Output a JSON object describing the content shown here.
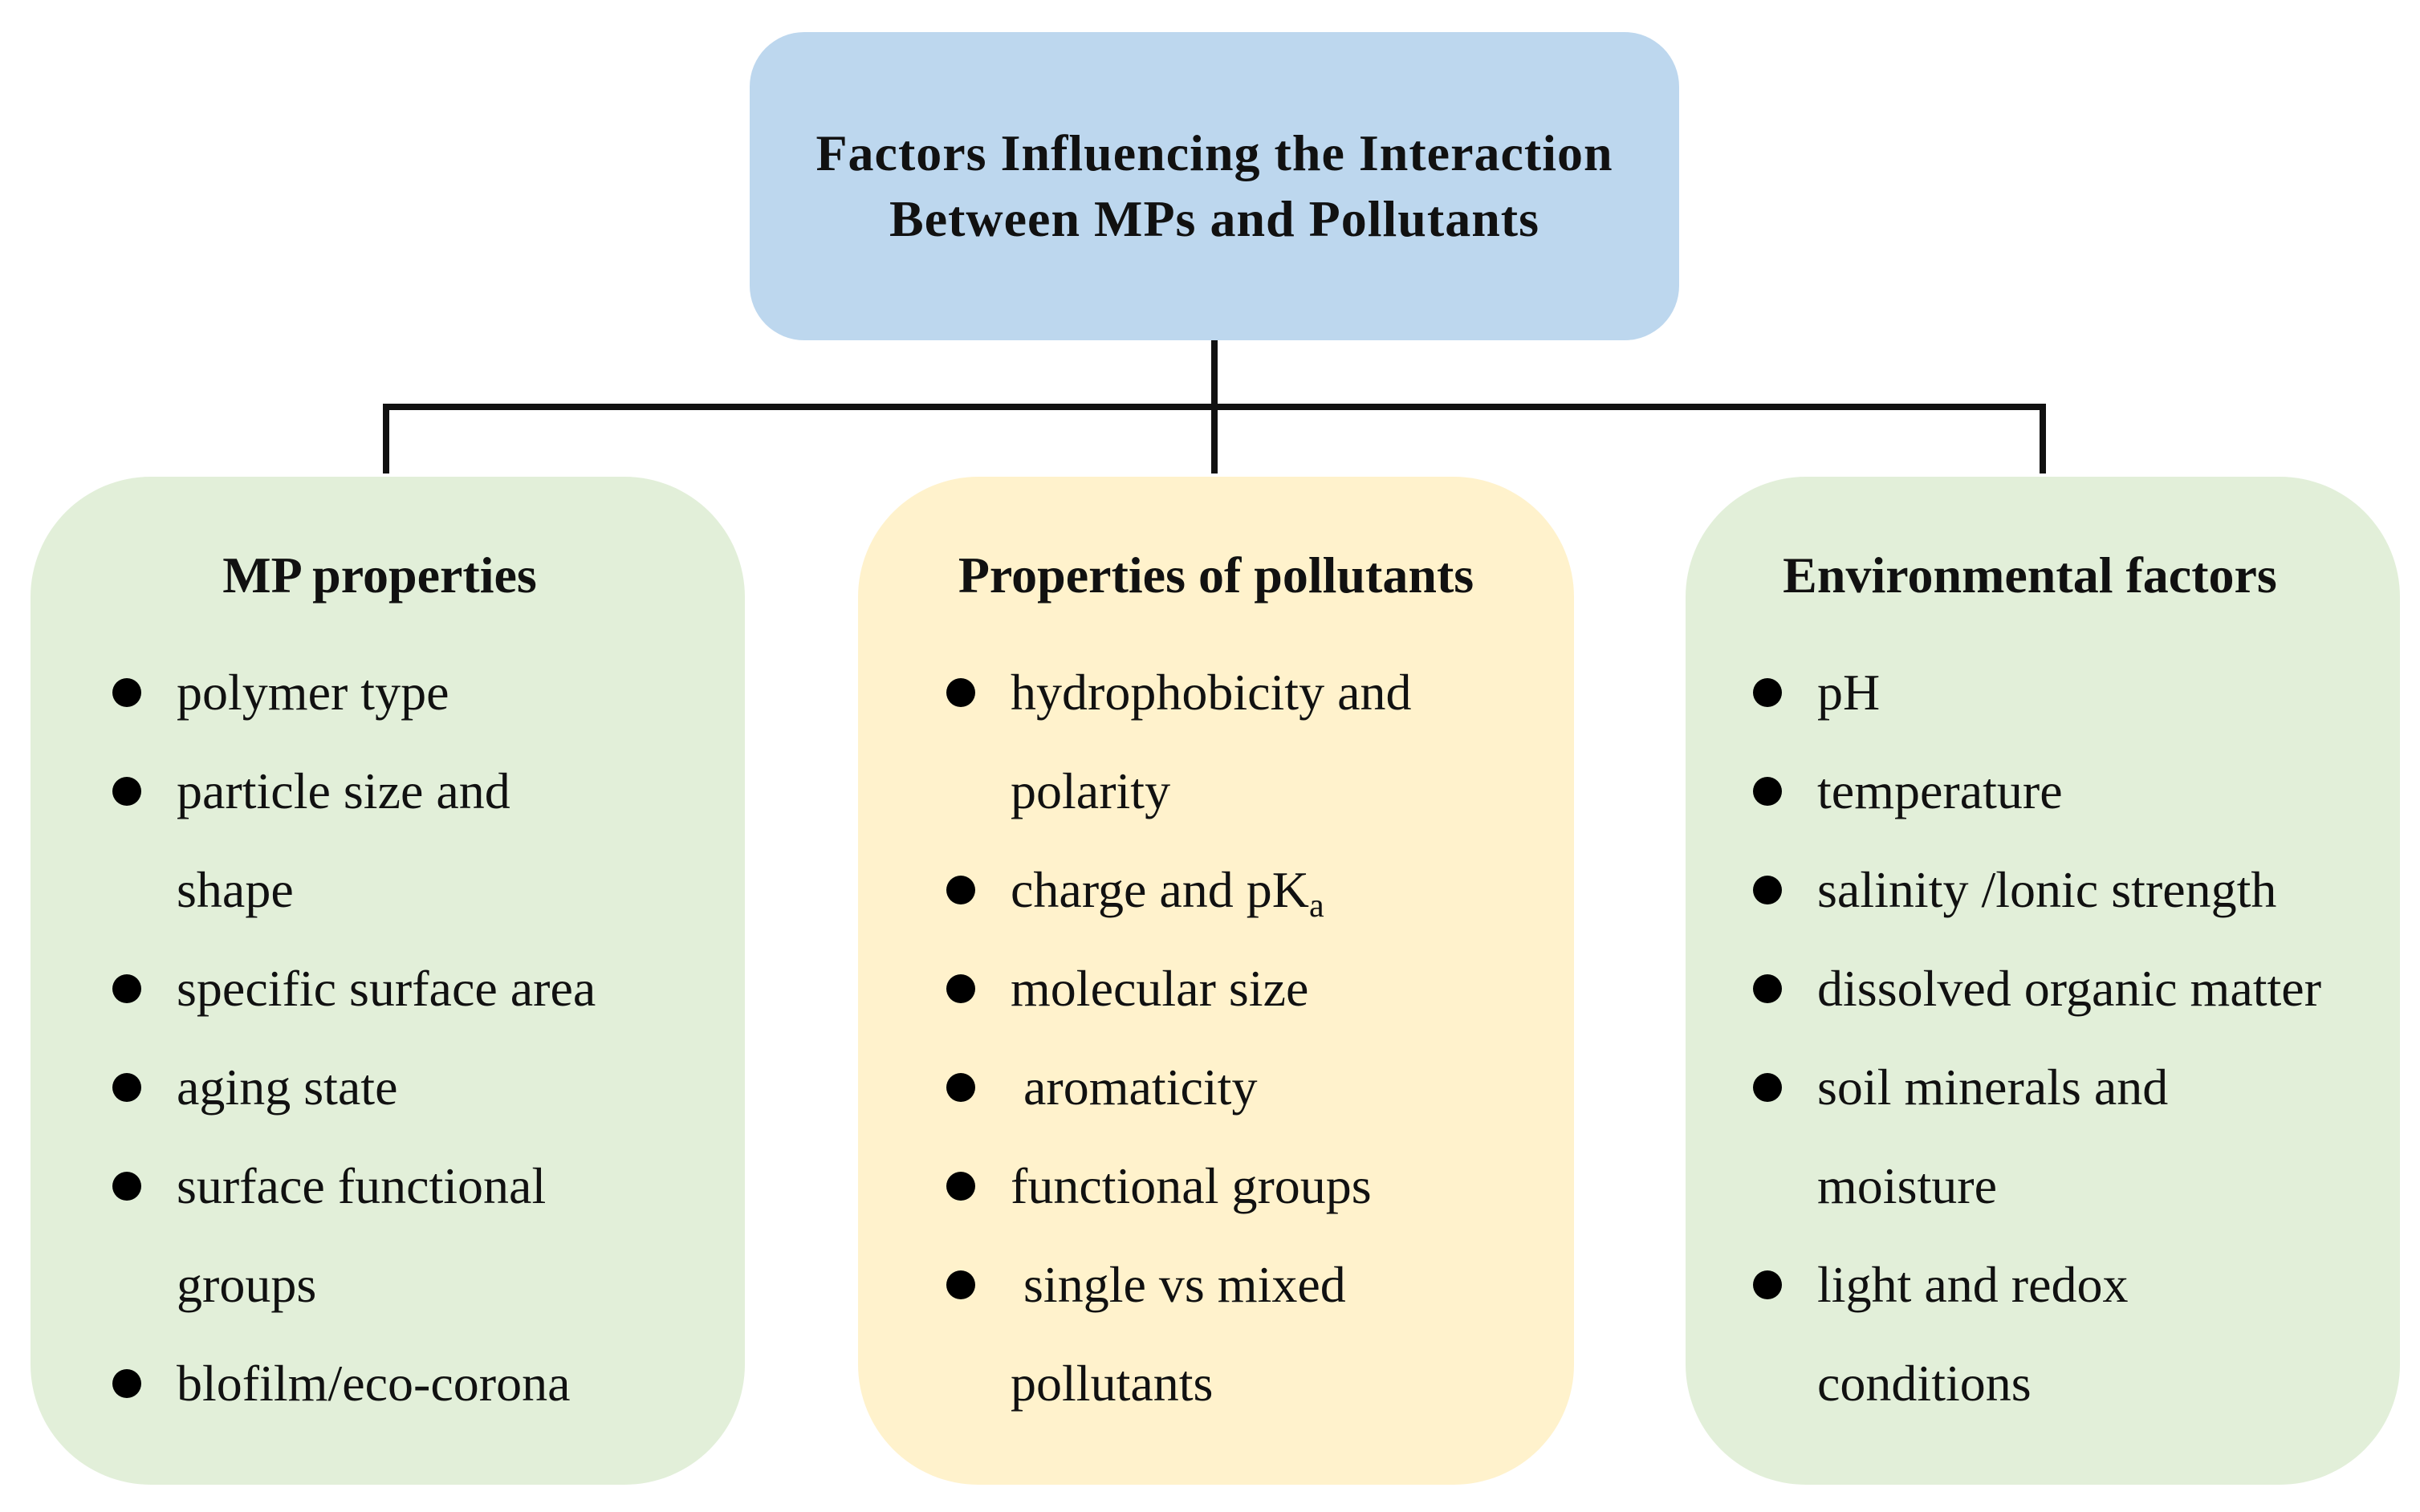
{
  "colors": {
    "title_fill": "#bdd7ee",
    "mp_fill": "#e2efd9",
    "pollutant_fill": "#fff2cc",
    "environment_fill": "#e2efd9",
    "line": "#111111"
  },
  "title": {
    "line1": "Factors Influencing the Interaction",
    "line2": "Between MPs and Pollutants"
  },
  "panels": {
    "mp": {
      "heading": "MP properties",
      "items": [
        {
          "lines": [
            "polymer type"
          ]
        },
        {
          "lines": [
            "particle size and",
            "shape"
          ]
        },
        {
          "lines": [
            "specific surface area"
          ]
        },
        {
          "lines": [
            "aging state"
          ]
        },
        {
          "lines": [
            "surface functional",
            "groups"
          ]
        },
        {
          "lines": [
            "blofilm/eco-corona"
          ]
        }
      ]
    },
    "pollutants": {
      "heading": "Properties of pollutants",
      "items": [
        {
          "lines": [
            "hydrophobicity and",
            "polarity"
          ]
        },
        {
          "lines": [
            "charge and pK"
          ],
          "subscript": "a"
        },
        {
          "lines": [
            "molecular size"
          ]
        },
        {
          "lines": [
            " aromaticity"
          ]
        },
        {
          "lines": [
            "functional groups"
          ]
        },
        {
          "lines": [
            " single vs mixed",
            "pollutants"
          ]
        }
      ]
    },
    "environment": {
      "heading": "Environmental factors",
      "items": [
        {
          "lines": [
            "pH"
          ]
        },
        {
          "lines": [
            "temperature"
          ]
        },
        {
          "lines": [
            "salinity /lonic strength"
          ]
        },
        {
          "lines": [
            "dissolved organic matter"
          ]
        },
        {
          "lines": [
            "soil minerals and",
            "moisture"
          ]
        },
        {
          "lines": [
            "light and redox",
            "conditions"
          ]
        }
      ]
    }
  }
}
